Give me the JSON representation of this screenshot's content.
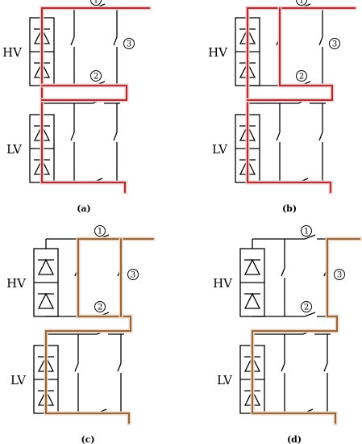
{
  "colors": {
    "background": "#ffffff",
    "wire": "#000000",
    "current_path": "#a31e23",
    "current_path_alt": "#8b5a2b",
    "glow": "#f5c6c6",
    "glow_alt": "#e9d6c3"
  },
  "labels": {
    "hv": "HV",
    "lv": "LV",
    "switch_1": "1",
    "switch_2": "2",
    "switch_3": "3"
  },
  "panels": [
    {
      "id": "a",
      "caption": "(a)",
      "path_style": "red"
    },
    {
      "id": "b",
      "caption": "(b)",
      "path_style": "red"
    },
    {
      "id": "c",
      "caption": "(c)",
      "path_style": "brown"
    },
    {
      "id": "d",
      "caption": "(d)",
      "path_style": "brown"
    }
  ]
}
